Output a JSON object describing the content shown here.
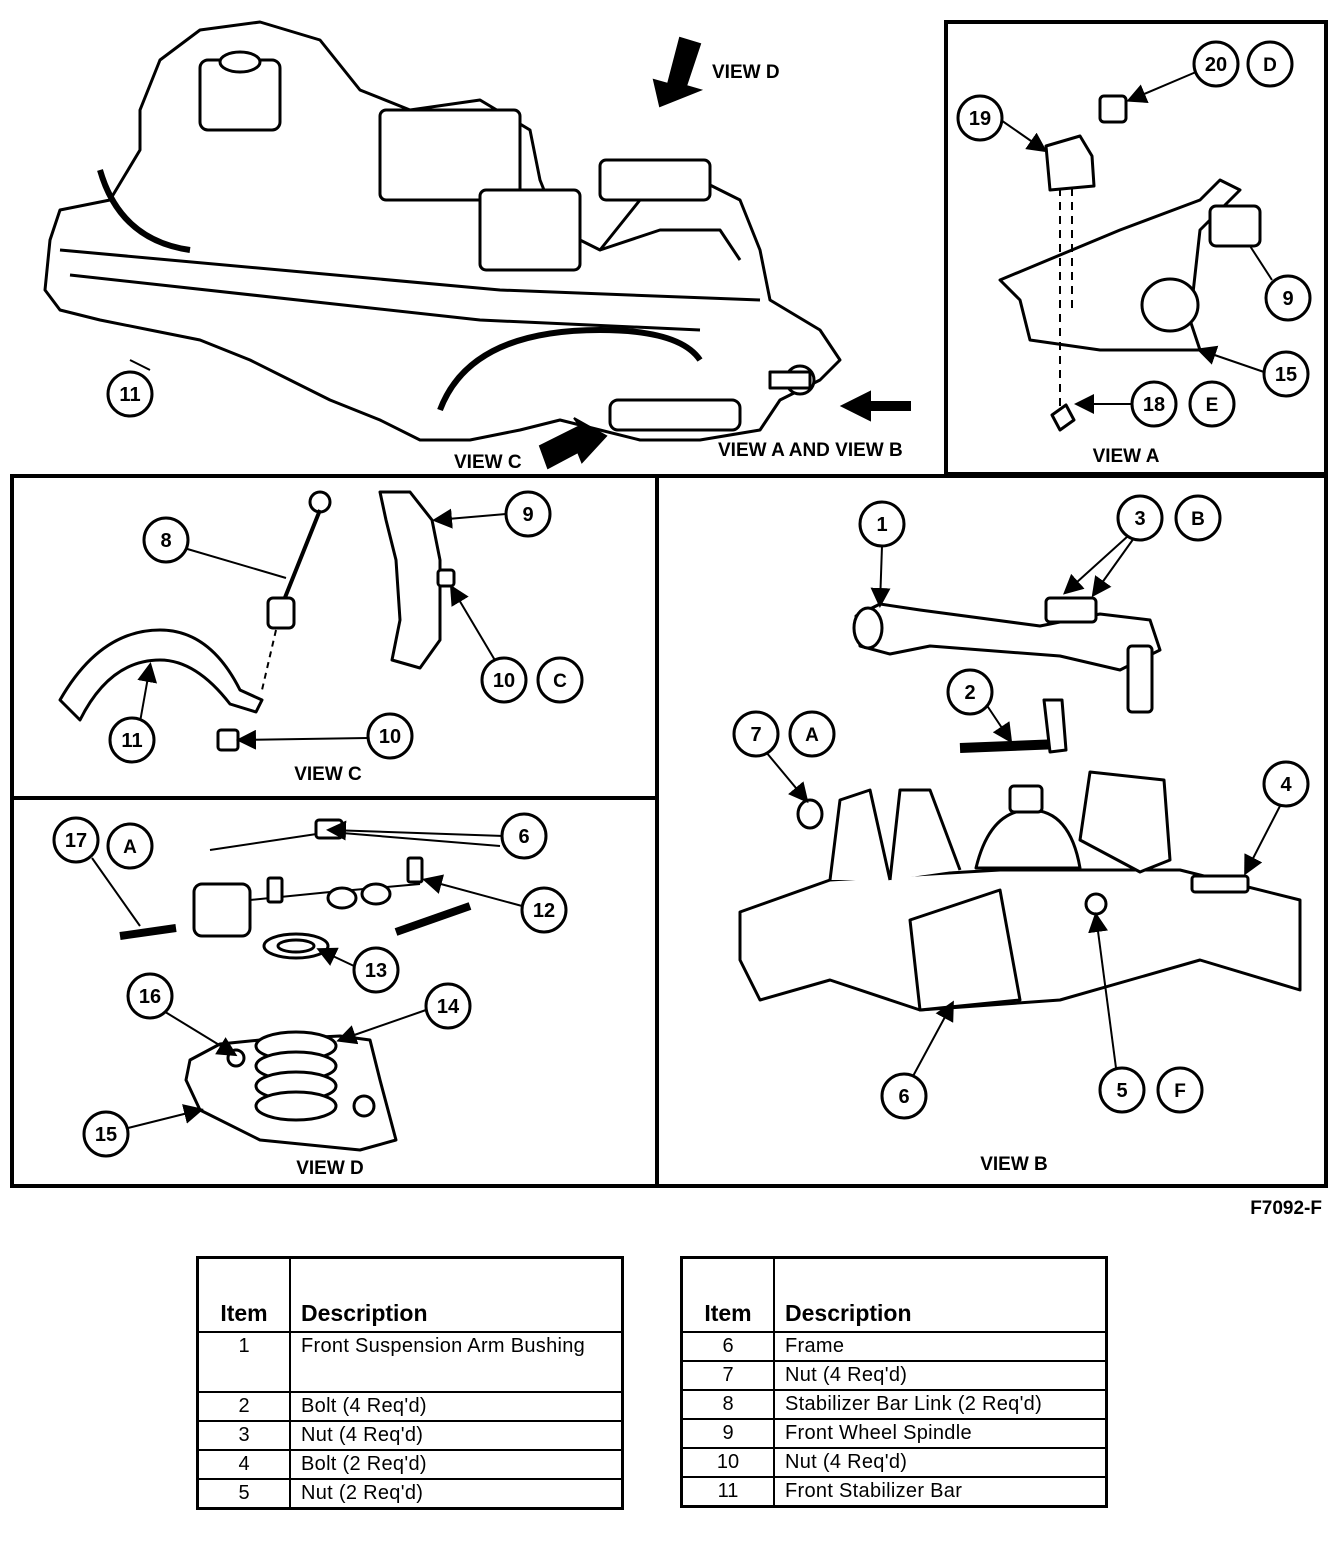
{
  "figure_code": "F7092-F",
  "views": {
    "view_d_arrow": "VIEW D",
    "view_c_arrow": "VIEW C",
    "view_ab_arrow": "VIEW A AND VIEW B",
    "view_a": "VIEW A",
    "view_b": "VIEW B",
    "view_c": "VIEW C",
    "view_d": "VIEW D"
  },
  "callouts": {
    "main": [
      "11"
    ],
    "view_a": [
      "19",
      "20",
      "D",
      "9",
      "15",
      "18",
      "E"
    ],
    "view_c": [
      "8",
      "9",
      "10",
      "C",
      "11",
      "10"
    ],
    "view_b": [
      "1",
      "3",
      "B",
      "2",
      "7",
      "A",
      "4",
      "6",
      "5",
      "F"
    ],
    "view_d": [
      "17",
      "A",
      "6",
      "12",
      "13",
      "16",
      "14",
      "15"
    ]
  },
  "legend": {
    "header_item": "Item",
    "header_description": "Description",
    "left": [
      {
        "item": "1",
        "description": "Front Suspension Arm Bushing"
      },
      {
        "item": "2",
        "description": "Bolt (4 Req'd)"
      },
      {
        "item": "3",
        "description": "Nut (4 Req'd)"
      },
      {
        "item": "4",
        "description": "Bolt (2 Req'd)"
      },
      {
        "item": "5",
        "description": "Nut (2 Req'd)"
      }
    ],
    "right": [
      {
        "item": "6",
        "description": "Frame"
      },
      {
        "item": "7",
        "description": "Nut (4 Req'd)"
      },
      {
        "item": "8",
        "description": "Stabilizer Bar Link (2 Req'd)"
      },
      {
        "item": "9",
        "description": "Front Wheel Spindle"
      },
      {
        "item": "10",
        "description": "Nut (4 Req'd)"
      },
      {
        "item": "11",
        "description": "Front Stabilizer Bar"
      }
    ]
  }
}
